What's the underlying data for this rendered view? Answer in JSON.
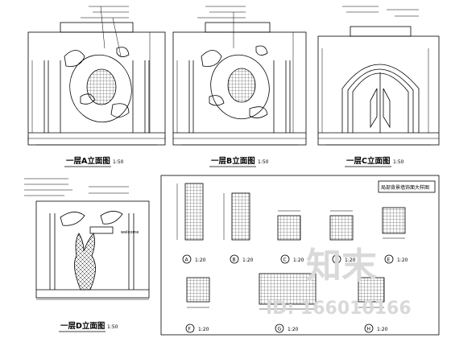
{
  "elevations": {
    "a": {
      "title": "一层A立面图",
      "scale": "1:50"
    },
    "b": {
      "title": "一层B立面图",
      "scale": "1:50"
    },
    "c": {
      "title": "一层C立面图",
      "scale": "1:50"
    },
    "d": {
      "title": "一层D立面图",
      "scale": "1:50"
    }
  },
  "sign_text": "welcome",
  "detail_sheet": {
    "title": "局部背景墙饰面大样图",
    "details": [
      {
        "mark": "A",
        "scale": "1:20"
      },
      {
        "mark": "B",
        "scale": "1:20"
      },
      {
        "mark": "C",
        "scale": "1:20"
      },
      {
        "mark": "D",
        "scale": "1:20"
      },
      {
        "mark": "E",
        "scale": "1:20"
      },
      {
        "mark": "F",
        "scale": "1:20"
      },
      {
        "mark": "G",
        "scale": "1:20"
      },
      {
        "mark": "H",
        "scale": "1:20"
      }
    ]
  },
  "watermark": {
    "logo_text": "知末",
    "id_text": "ID: 166010166"
  }
}
